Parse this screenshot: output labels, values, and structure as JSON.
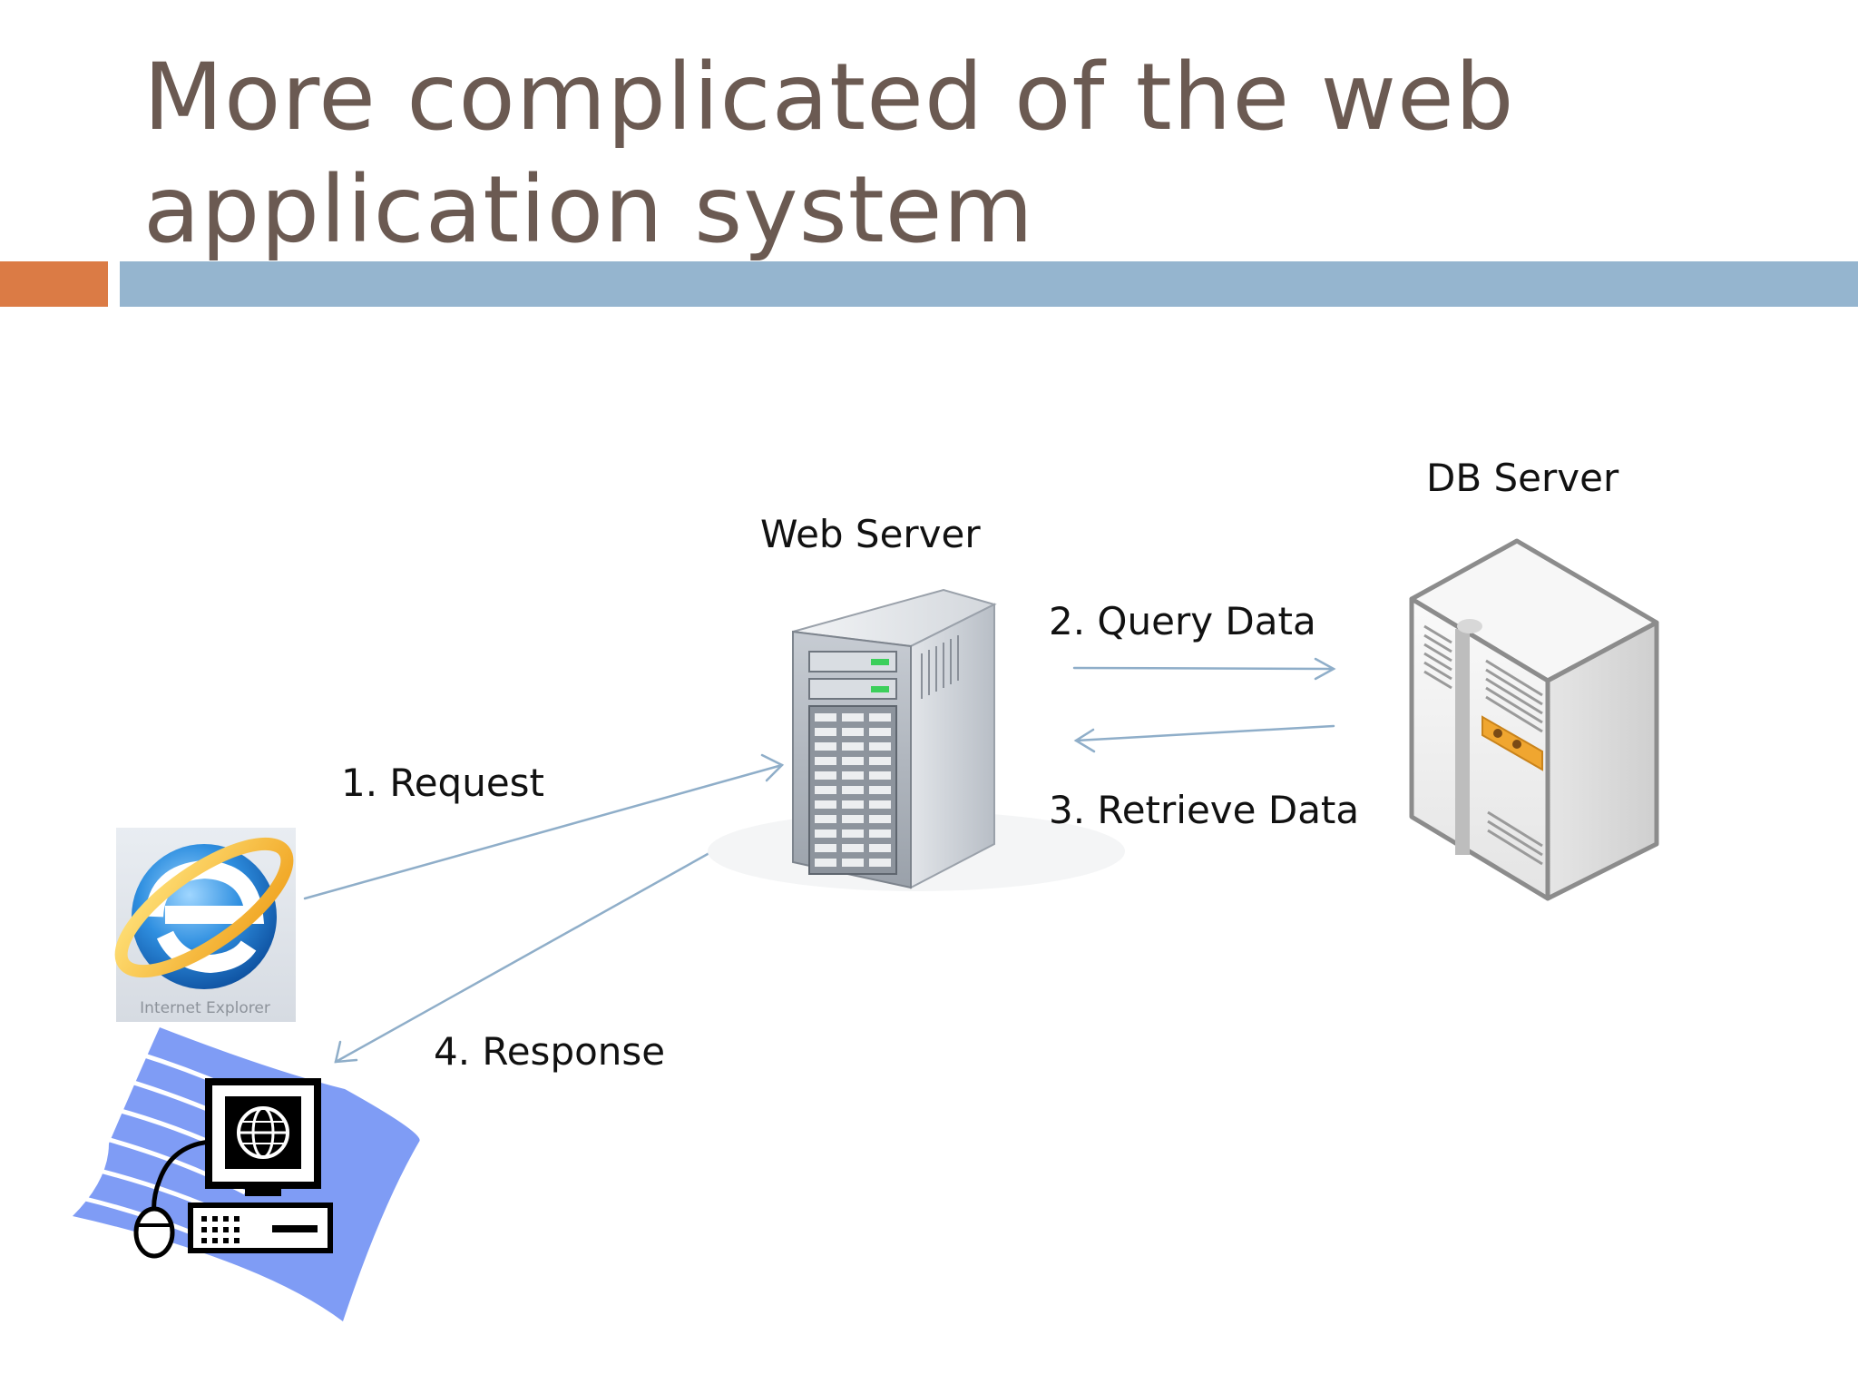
{
  "slide": {
    "title_line1": "More complicated of the web",
    "title_line2": "application system"
  },
  "colors": {
    "title": "#6b5a52",
    "accent_bar": "#db7b45",
    "header_bar": "#95b5cf",
    "arrow": "#8faec9",
    "client_wave": "#7f9cf5"
  },
  "diagram": {
    "web_server_label": "Web Server",
    "db_server_label": "DB Server",
    "browser_caption": "Internet Explorer",
    "steps": [
      {
        "label": "1. Request"
      },
      {
        "label": "2. Query Data"
      },
      {
        "label": "3. Retrieve Data"
      },
      {
        "label": "4. Response"
      }
    ],
    "icons": [
      "internet-explorer-icon",
      "web-server-tower-icon",
      "db-server-icon",
      "client-computer-icon"
    ]
  }
}
